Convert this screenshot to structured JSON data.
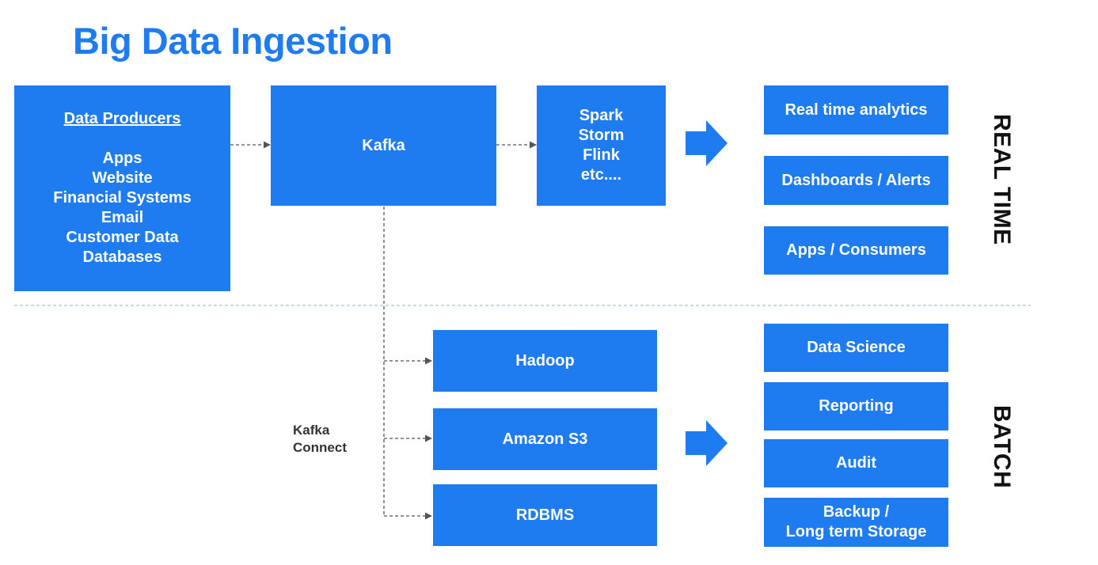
{
  "title": "Big Data Ingestion",
  "producers": {
    "heading": "Data Producers",
    "items": [
      "Apps",
      "Website",
      "Financial Systems",
      "Email",
      "Customer Data",
      "Databases"
    ]
  },
  "kafka": "Kafka",
  "stream_processors": [
    "Spark",
    "Storm",
    "Flink",
    "etc...."
  ],
  "realtime": {
    "label": "REAL TIME",
    "outputs": [
      "Real time analytics",
      "Dashboards / Alerts",
      "Apps / Consumers"
    ]
  },
  "kafka_connect": [
    "Kafka",
    "Connect"
  ],
  "sinks": [
    "Hadoop",
    "Amazon S3",
    "RDBMS"
  ],
  "batch": {
    "label": "BATCH",
    "outputs": [
      "Data Science",
      "Reporting",
      "Audit"
    ],
    "backup": [
      "Backup /",
      "Long term Storage"
    ]
  },
  "colors": {
    "accent": "#1e7bf0",
    "connector": "#555555",
    "divider": "#a8c4e6"
  }
}
